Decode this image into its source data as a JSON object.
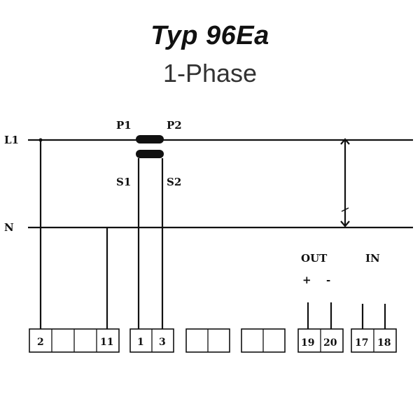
{
  "title": "Typ 96Ea",
  "subtitle": "1-Phase",
  "lines": {
    "l1": "L1",
    "n": "N"
  },
  "ct": {
    "p1": "P1",
    "p2": "P2",
    "s1": "S1",
    "s2": "S2"
  },
  "io": {
    "out": "OUT",
    "in": "IN",
    "plus": "+",
    "minus": "-"
  },
  "terminals": {
    "t2": "2",
    "t11": "11",
    "t1": "1",
    "t3": "3",
    "t19": "19",
    "t20": "20",
    "t17": "17",
    "t18": "18"
  }
}
